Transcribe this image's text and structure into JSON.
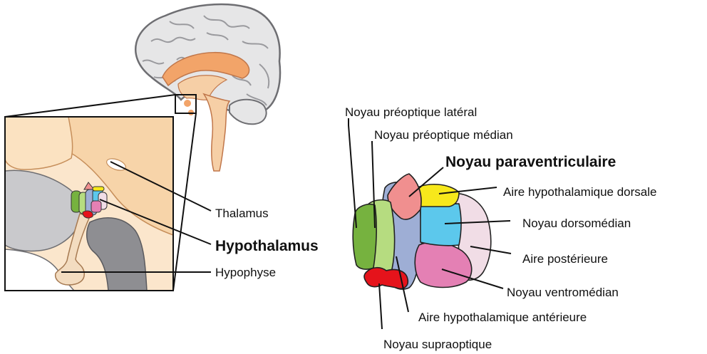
{
  "labels": {
    "thalamus": "Thalamus",
    "hypothalamus": "Hypothalamus",
    "hypophyse": "Hypophyse",
    "preoptique_lateral": "Noyau préoptique latéral",
    "preoptique_median": "Noyau préoptique médian",
    "paraventriculaire": "Noyau paraventriculaire",
    "aire_dorsale": "Aire hypothalamique dorsale",
    "dorsomedian": "Noyau dorsomédian",
    "aire_posterieure": "Aire postérieure",
    "ventromedian": "Noyau ventromédian",
    "aire_anterieure": "Aire hypothalamique antérieure",
    "supraoptique": "Noyau supraoptique"
  },
  "colors": {
    "brain_gray": "#e6e6e7",
    "brain_outline": "#6e6e72",
    "brainstem": "#f6cfa6",
    "corpus_callosum": "#f2a469",
    "zoom_bg": "#fbe6cc",
    "thalamus_region": "#f7d4a9",
    "sphenoid_gray": "#8e8e92",
    "preoptique_lateral": "#76b23f",
    "preoptique_median": "#b6dc80",
    "paraventriculaire": "#f08f8f",
    "aire_dorsale": "#f7e81b",
    "dorsomedian": "#5cc8ec",
    "aire_posterieure": "#f1dde6",
    "ventromedian": "#e480b4",
    "aire_anterieure": "#9eaed5",
    "supraoptique": "#e5131b"
  }
}
